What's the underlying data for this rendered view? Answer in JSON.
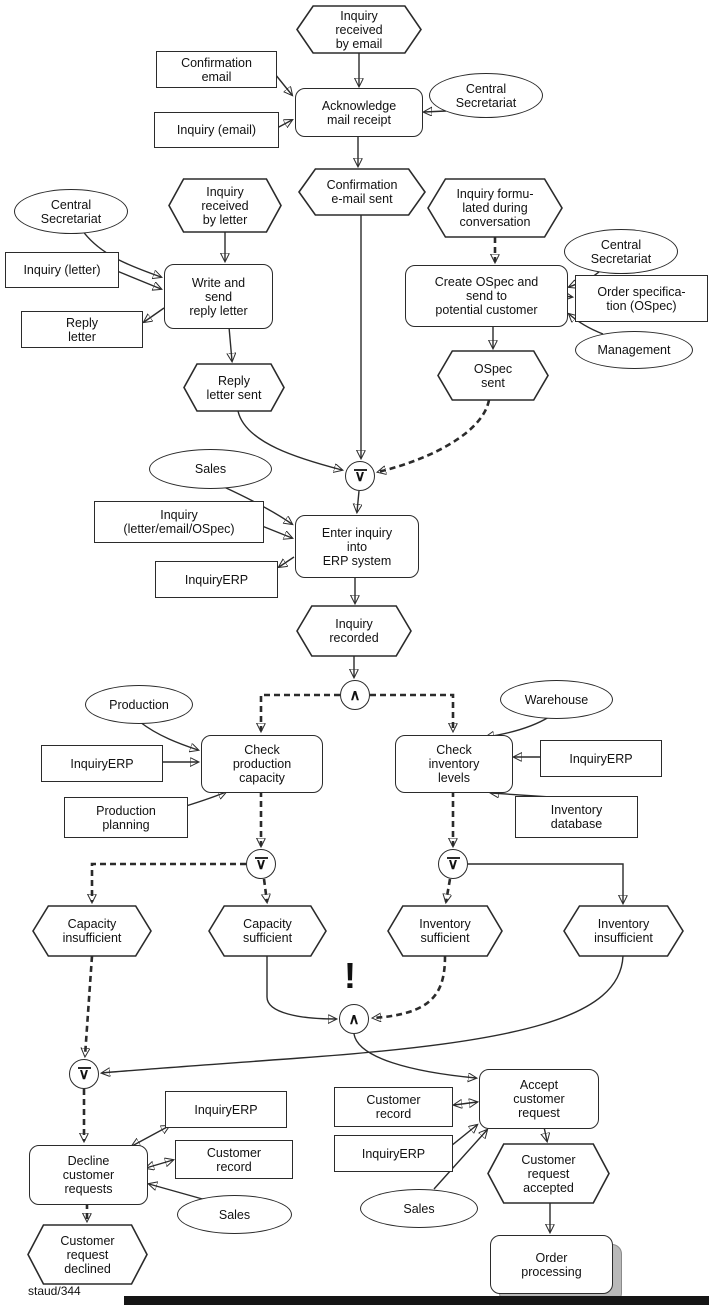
{
  "events": {
    "inquiry_received_by_email": "Inquiry\nreceived\nby email",
    "confirmation_email_sent": "Confirmation\ne-mail sent",
    "inquiry_received_by_letter": "Inquiry\nreceived\nby letter",
    "inquiry_formulated_during_conversation": "Inquiry formu-\nlated during\nconversation",
    "reply_letter_sent": "Reply\nletter sent",
    "ospec_sent": "OSpec\nsent",
    "inquiry_recorded": "Inquiry\nrecorded",
    "capacity_insufficient": "Capacity\ninsufficient",
    "capacity_sufficient": "Capacity\nsufficient",
    "inventory_sufficient": "Inventory\nsufficient",
    "inventory_insufficient": "Inventory\ninsufficient",
    "customer_request_accepted": "Customer\nrequest\naccepted",
    "customer_request_declined": "Customer\nrequest\ndeclined"
  },
  "functions": {
    "acknowledge_mail_receipt": "Acknowledge\nmail receipt",
    "write_and_send_reply_letter": "Write and\nsend\nreply letter",
    "create_ospec": "Create OSpec and\nsend to\npotential customer",
    "enter_inquiry": "Enter inquiry\ninto\nERP system",
    "check_production_capacity": "Check\nproduction\ncapacity",
    "check_inventory_levels": "Check\ninventory\nlevels",
    "decline_customer_requests": "Decline\ncustomer\nrequests",
    "accept_customer_request": "Accept\ncustomer\nrequest",
    "order_processing": "Order\nprocessing"
  },
  "org_units": {
    "central_secretariat": "Central\nSecretariat",
    "management": "Management",
    "sales": "Sales",
    "production": "Production",
    "warehouse": "Warehouse"
  },
  "data_objects": {
    "confirmation_email": "Confirmation\nemail",
    "inquiry_email": "Inquiry (email)",
    "inquiry_letter": "Inquiry (letter)",
    "reply_letter": "Reply\nletter",
    "order_specification": "Order specifica-\ntion (OSpec)",
    "inquiry_letter_email_ospec": "Inquiry\n(letter/email/OSpec)",
    "inquiry_erp": "InquiryERP",
    "production_planning": "Production\nplanning",
    "inventory_database": "Inventory\ndatabase",
    "customer_record": "Customer\nrecord"
  },
  "connectors": {
    "xor": "∨",
    "and": "∧"
  },
  "annotations": {
    "exclamation": "!",
    "credit": "staud/344"
  }
}
